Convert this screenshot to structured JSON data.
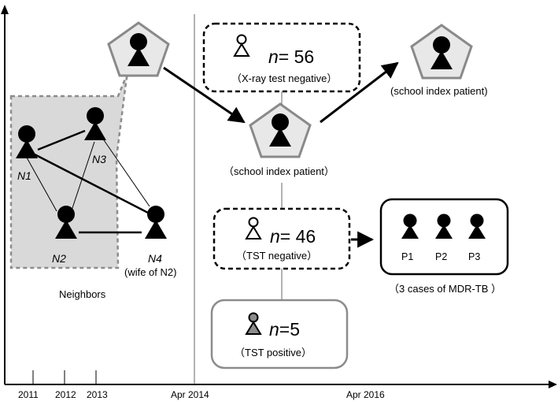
{
  "timeline": {
    "years": [
      "2011",
      "2012",
      "2013"
    ],
    "apr2014": "Apr 2014",
    "apr2016": "Apr 2016"
  },
  "neighbors": {
    "label": "Neighbors",
    "n1": "N1",
    "n2": "N2",
    "n3": "N3",
    "n4": "N4",
    "n4_note": "(wife of N2)"
  },
  "groups": {
    "xray": {
      "n_prefix": "n",
      "n_value": "= 56",
      "note": "（X-ray test negative）"
    },
    "tst_negative": {
      "n_prefix": "n",
      "n_value": "= 46",
      "note": "（TST  negative）"
    },
    "tst_positive": {
      "n_prefix": "n",
      "n_value": "=5",
      "note": "（TST  positive）"
    }
  },
  "patients": {
    "school_index_center": "（school index patient）",
    "school_index_right": "(school index patient)"
  },
  "mdr": {
    "p1": "P1",
    "p2": "P2",
    "p3": "P3",
    "caption": "（3 cases of MDR-TB  ）"
  },
  "colors": {
    "pentagon_fill": "#e8e8e8",
    "pentagon_stroke": "#8a8a8a",
    "neighbors_bg": "#d9d9d9",
    "neighbors_border": "#8c8c8c",
    "tst_positive_border": "#8c8c8c",
    "tst_positive_head": "#8c8c8c"
  }
}
